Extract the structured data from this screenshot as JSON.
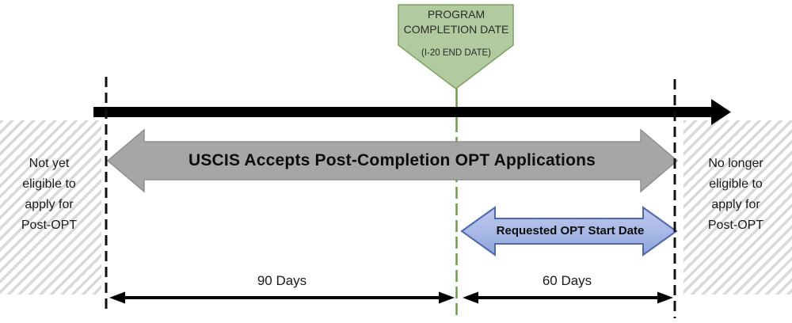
{
  "diagram": {
    "title_semantic": "Post-Completion OPT application window timeline",
    "completion_marker": {
      "line1": "PROGRAM",
      "line2": "COMPLETION DATE",
      "line3": "(I-20 END DATE)"
    },
    "uscis_arrow_label": "USCIS Accepts Post-Completion OPT Applications",
    "opt_start_arrow_label": "Requested OPT Start Date",
    "left_note": "Not yet\neligible to\napply for\nPost-OPT",
    "right_note": "No longer\neligible to\napply for\nPost-OPT",
    "span_before_label": "90 Days",
    "span_after_label": "60 Days",
    "colors": {
      "marker_fill": "#b1ca9f",
      "marker_border": "#7da15f",
      "center_line_green": "#6b9b4a",
      "timeline_black": "#000000",
      "uscis_arrow_gray": "#a6a6a6",
      "opt_arrow_fill_light": "#b9c5ea",
      "opt_arrow_fill_dark": "#8da4da",
      "opt_arrow_border": "#4e69ae",
      "hatch_stripe": "#d9d9d9"
    }
  }
}
